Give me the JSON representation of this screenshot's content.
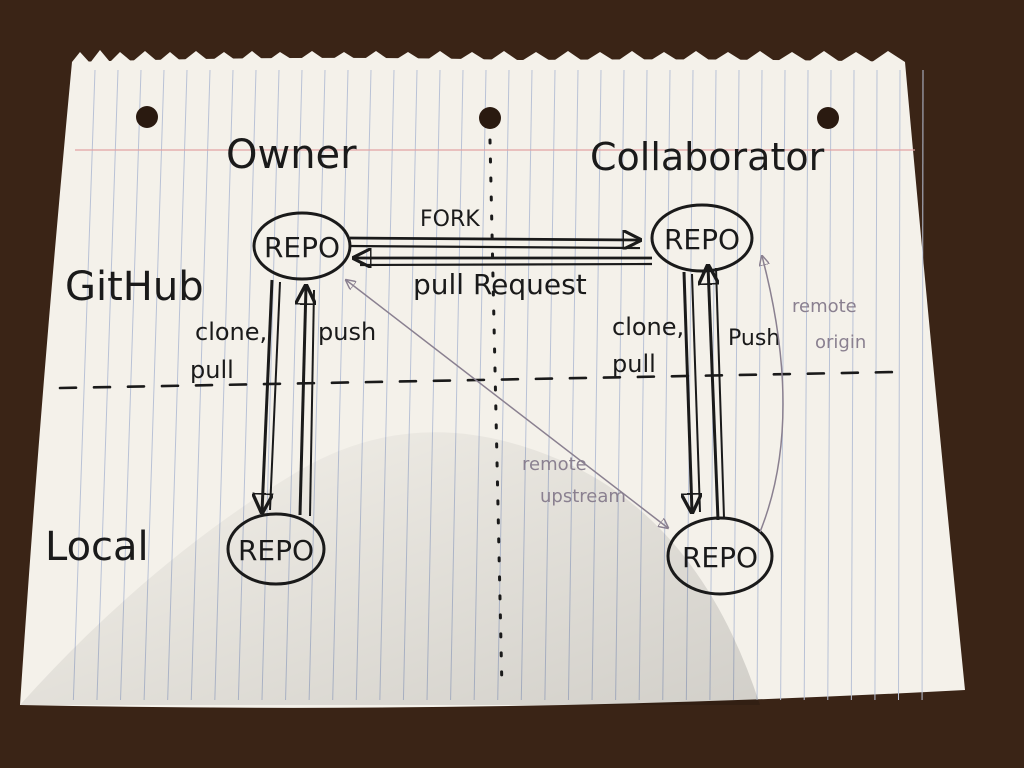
{
  "columns": {
    "owner": "Owner",
    "collaborator": "Collaborator"
  },
  "rows": {
    "github": "GitHub",
    "local": "Local"
  },
  "nodes": {
    "owner_github": "REPO",
    "collab_github": "REPO",
    "owner_local": "REPO",
    "collab_local": "REPO"
  },
  "edges": {
    "fork": "FORK",
    "pull_request": "pull Request",
    "owner_clone_1": "clone,",
    "owner_clone_2": "pull",
    "owner_push": "push",
    "collab_clone_1": "clone,",
    "collab_clone_2": "pull",
    "collab_push": "Push",
    "remote_upstream_1": "remote",
    "remote_upstream_2": "upstream",
    "remote_origin_1": "remote",
    "remote_origin_2": "origin"
  },
  "colors": {
    "ink": "#1a1a1a",
    "pencil": "#8a8090",
    "paper": "#f4f1ea",
    "rule_line": "#b9c2d6",
    "margin_line": "#e2a3a3",
    "table": "#3a2416"
  }
}
